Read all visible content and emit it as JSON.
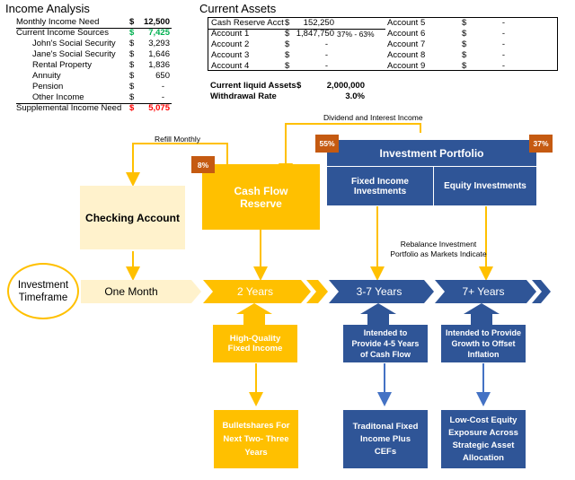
{
  "income": {
    "title": "Income Analysis",
    "rows": [
      {
        "label": "Monthly Income Need",
        "cur": "$",
        "value": "12,500"
      },
      {
        "label": "Current Income Sources",
        "cur": "$",
        "value": "7,425"
      },
      {
        "label": "John's Social Security",
        "cur": "$",
        "value": "3,293"
      },
      {
        "label": "Jane's Social Security",
        "cur": "$",
        "value": "1,646"
      },
      {
        "label": "Rental Property",
        "cur": "$",
        "value": "1,836"
      },
      {
        "label": "Annuity",
        "cur": "$",
        "value": "650"
      },
      {
        "label": "Pension",
        "cur": "$",
        "value": "-"
      },
      {
        "label": "Other Income",
        "cur": "$",
        "value": "-"
      },
      {
        "label": "Supplemental Income Need",
        "cur": "$",
        "value": "5,075"
      }
    ]
  },
  "assets": {
    "title": "Current Assets",
    "left": [
      {
        "label": "Cash Reserve Acct",
        "cur": "$",
        "value": "152,250",
        "note": ""
      },
      {
        "label": "Account 1",
        "cur": "$",
        "value": "1,847,750",
        "note": "37% - 63%"
      },
      {
        "label": "Account 2",
        "cur": "$",
        "value": "-",
        "note": ""
      },
      {
        "label": "Account 3",
        "cur": "$",
        "value": "-",
        "note": ""
      },
      {
        "label": "Account 4",
        "cur": "$",
        "value": "-",
        "note": ""
      }
    ],
    "right": [
      {
        "label": "Account 5",
        "cur": "$",
        "value": "-"
      },
      {
        "label": "Account 6",
        "cur": "$",
        "value": "-"
      },
      {
        "label": "Account 7",
        "cur": "$",
        "value": "-"
      },
      {
        "label": "Account 8",
        "cur": "$",
        "value": "-"
      },
      {
        "label": "Account 9",
        "cur": "$",
        "value": "-"
      }
    ],
    "liquid_label": "Current liquid Assets",
    "liquid_cur": "$",
    "liquid_value": "2,000,000",
    "withdrawal_label": "Withdrawal Rate",
    "withdrawal_value": "3.0%"
  },
  "diagram": {
    "dividend_label": "Dividend and Interest Income",
    "refill_label": "Refill Monthly",
    "rebalance_label": "Rebalance Investment Portfolio as Markets Indicate",
    "checking": "Checking Account",
    "cash_flow": "Cash Flow Reserve",
    "cash_badge": "8%",
    "portfolio": "Investment Portfolio",
    "fixed_badge": "55%",
    "equity_badge": "37%",
    "fixed_income": "Fixed Income Investments",
    "equity": "Equity Investments",
    "timeframe": "Investment Timeframe",
    "tl1": "One Month",
    "tl2": "2 Years",
    "tl3": "3-7 Years",
    "tl4": "7+ Years",
    "hq": "High-Quality Fixed Income",
    "bullet": "Bulletshares For Next Two- Three Years",
    "intend1": "Intended to Provide 4-5 Years of Cash Flow",
    "intend2": "Intended to Provide Growth to Offset Inflation",
    "trad": "Traditonal Fixed Income Plus CEFs",
    "lowcost": "Low-Cost Equity Exposure Across Strategic Asset Allocation"
  },
  "colors": {
    "gold": "#ffc000",
    "cream": "#fff2cc",
    "blue": "#2f5597",
    "badge": "#c55a11",
    "green": "#00b050",
    "red": "#ff0000",
    "arrowblue": "#4472c4"
  }
}
